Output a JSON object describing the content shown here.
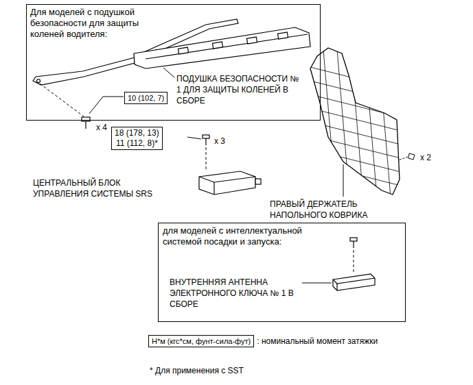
{
  "diagram": {
    "nodes": [
      {
        "text": [
          "Для моделей с подушкой безопасности для защиты коленей водителя:",
          "ПОДУШКА БЕЗОПАСНОСТИ № 1 ДЛЯ ЗАЩИТЫ КОЛЕНЕЙ В СБОРЕ"
        ]
      },
      {
        "text": [
          "10 (102, 7)"
        ],
        "in": 0
      },
      {
        "text": [
          "18 (178, 13)",
          "11 (112, 8)*"
        ]
      },
      {
        "text": [
          "для моделей с интеллектуальной системой посадки и запуска:",
          "ВНУТРЕННЯЯ АНТЕННА ЭЛЕКТРОННОГО КЛЮЧА № 1 В СБОРЕ"
        ]
      },
      {
        "text": [
          "Н*м (кгс*см, фунт-сила-фут)"
        ]
      }
    ],
    "labels": [
      "x 4",
      "x 3",
      "ЦЕНТРАЛЬНЫЙ БЛОК УПРАВЛЕНИЯ СИСТЕМЫ SRS",
      "ПРАВЫЙ ДЕРЖАТЕЛЬ НАПОЛЬНОГО КОВРИКА",
      "x 2",
      ": номинальный момент затяжки",
      "* Для применения с SST"
    ]
  }
}
